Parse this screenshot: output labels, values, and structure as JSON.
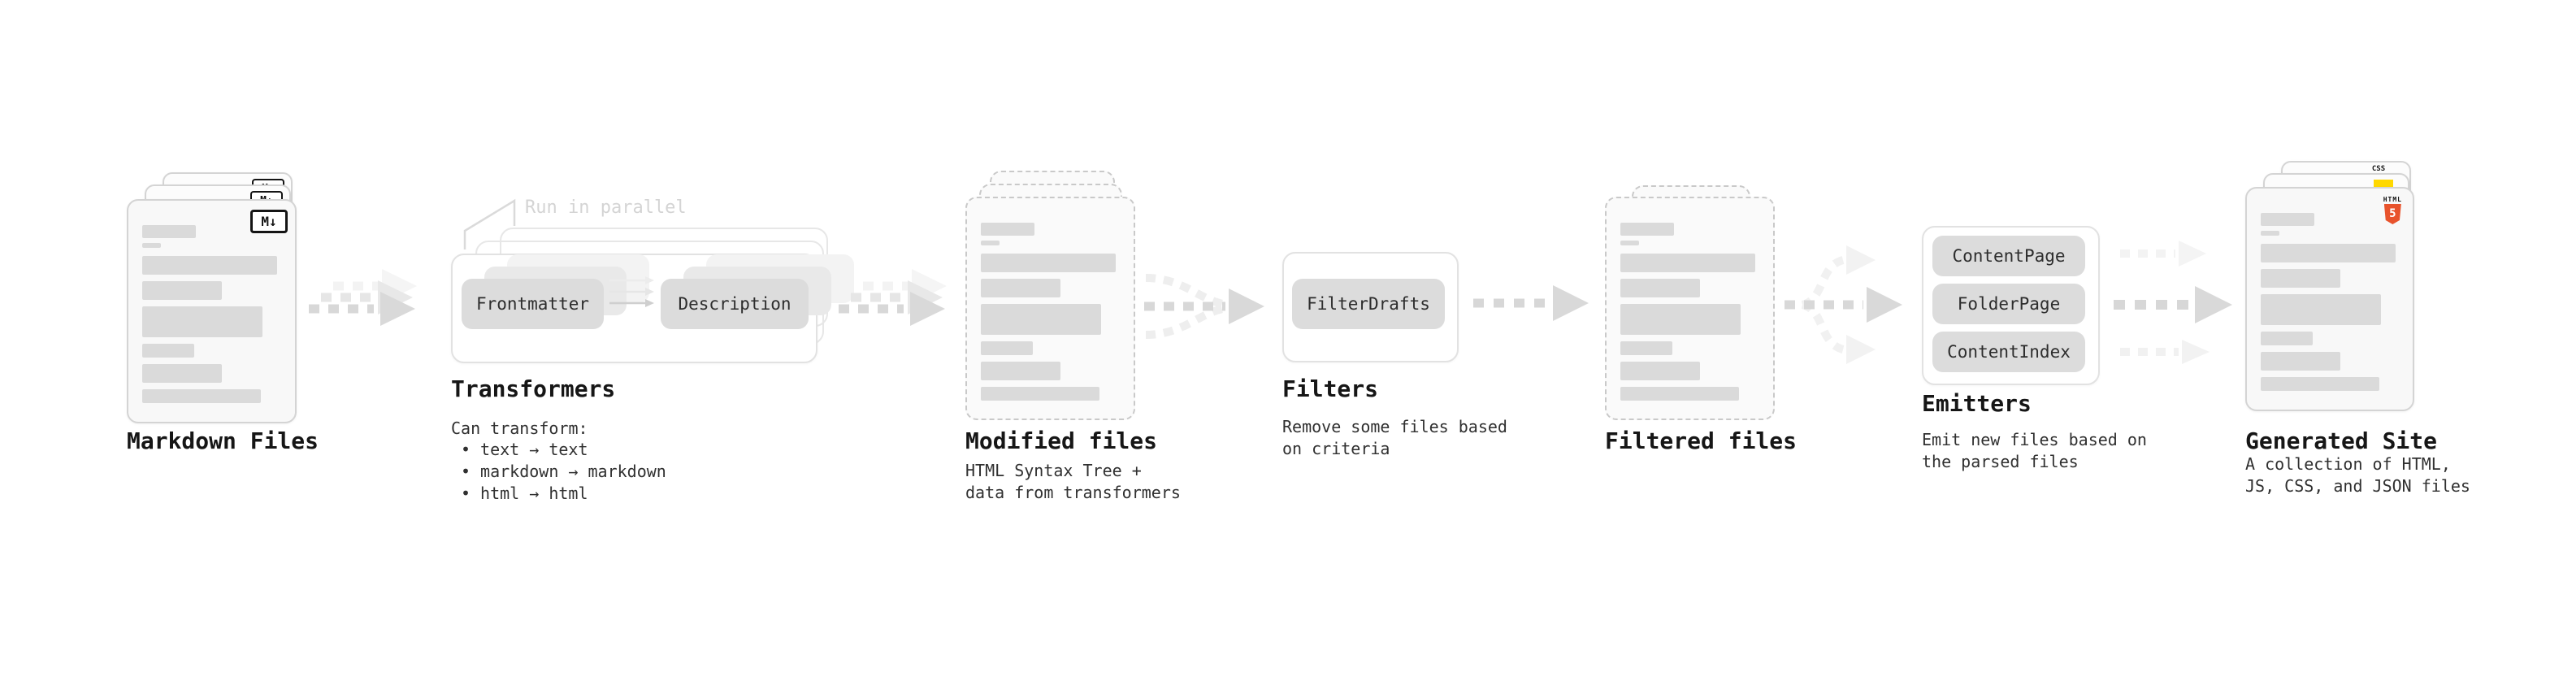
{
  "diagram": {
    "stages": {
      "markdown_files": {
        "label": "Markdown Files",
        "icon_glyph": "M↓"
      },
      "transformers": {
        "label": "Transformers",
        "note": "Run in parallel",
        "input_pill": "Frontmatter",
        "output_pill": "Description",
        "desc_title": "Can transform:",
        "bullet_glyph": "•",
        "bullets": [
          "text → text",
          "markdown → markdown",
          "html → html"
        ]
      },
      "modified_files": {
        "label": "Modified files",
        "desc": "HTML Syntax Tree +\ndata from transformers"
      },
      "filters": {
        "label": "Filters",
        "pill": "FilterDrafts",
        "desc": "Remove some files based\non criteria"
      },
      "filtered_files": {
        "label": "Filtered files"
      },
      "emitters": {
        "label": "Emitters",
        "pills": [
          "ContentPage",
          "FolderPage",
          "ContentIndex"
        ],
        "desc": "Emit new files based on\nthe parsed files"
      },
      "generated_site": {
        "label": "Generated Site",
        "desc": "A collection of HTML,\nJS, CSS, and JSON files",
        "badges": {
          "css_label": "CSS",
          "html_label": "HTML",
          "html_number": "5"
        }
      }
    },
    "colors": {
      "html5_orange": "#e8532c",
      "js_yellow": "#ffd800",
      "css_blue": "#2b6cf0"
    }
  }
}
